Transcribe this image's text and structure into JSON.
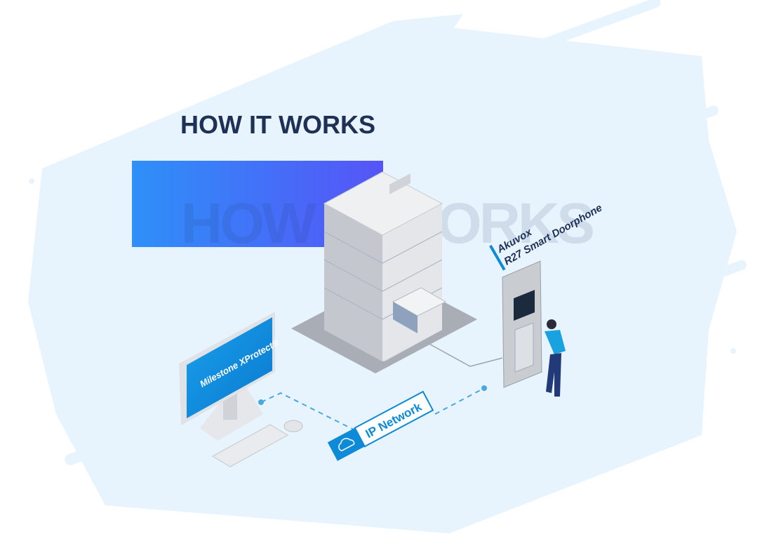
{
  "heading": "HOW IT WORKS",
  "watermark": "HOW IT WORKS",
  "doorphone_label": {
    "brand": "Akuvox",
    "model": "R27 Smart Doorphone"
  },
  "monitor_screen": "Milestone XProtect®",
  "network_label": "IP Network",
  "colors": {
    "heading": "#1f3057",
    "accent": "#0d8ad8",
    "gradient_start": "#2e90f8",
    "gradient_end": "#5654f7",
    "background_wash": "#e8f4fd"
  }
}
